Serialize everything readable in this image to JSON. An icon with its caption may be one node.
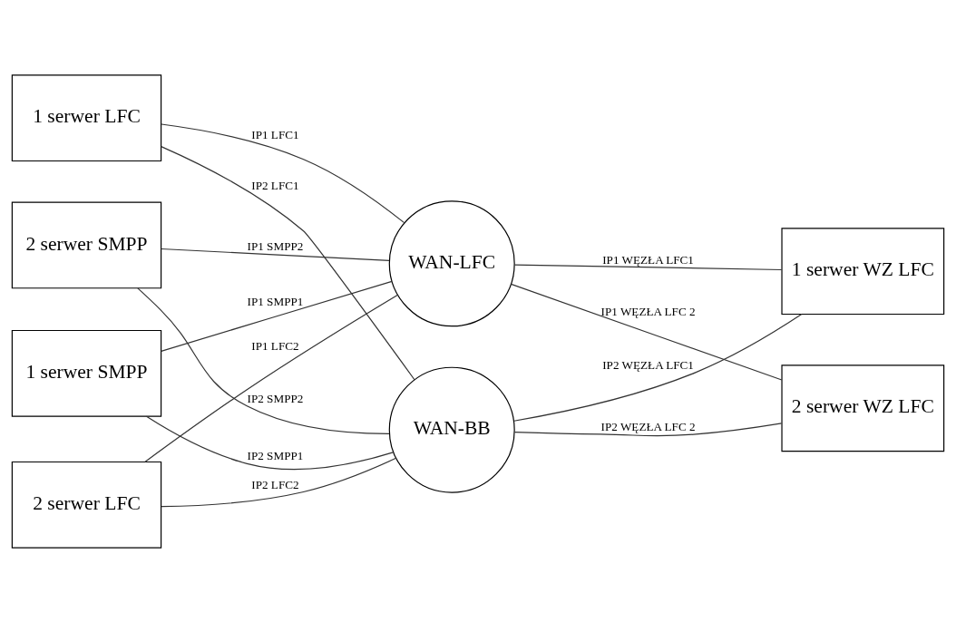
{
  "diagram": {
    "nodes": [
      {
        "text": [
          "1 serwer LFC"
        ]
      },
      {
        "text": [
          "2 serwer LFC"
        ]
      },
      {
        "text": [
          "1 serwer SMPP"
        ]
      },
      {
        "text": [
          "2 serwer SMPP"
        ]
      },
      {
        "text": [
          "WAN-LFC"
        ]
      },
      {
        "text": [
          "WAN-BB"
        ]
      },
      {
        "text": [
          "1 serwer WZ LFC"
        ]
      },
      {
        "text": [
          "2 serwer WZ LFC"
        ]
      }
    ],
    "edges": [
      {
        "from": 0,
        "to": 4,
        "arrow": "none",
        "label": "IP1 LFC1"
      },
      {
        "from": 0,
        "to": 5,
        "arrow": "none",
        "label": "IP2 LFC1"
      },
      {
        "from": 1,
        "to": 4,
        "arrow": "none",
        "label": "IP1 LFC2"
      },
      {
        "from": 1,
        "to": 5,
        "arrow": "none",
        "label": "IP2 LFC2"
      },
      {
        "from": 2,
        "to": 4,
        "arrow": "none",
        "label": "IP1 SMPP1"
      },
      {
        "from": 2,
        "to": 5,
        "arrow": "none",
        "label": "IP2 SMPP1"
      },
      {
        "from": 3,
        "to": 4,
        "arrow": "none",
        "label": "IP1 SMPP2"
      },
      {
        "from": 3,
        "to": 5,
        "arrow": "none",
        "label": "IP2 SMPP2"
      },
      {
        "from": 4,
        "to": 6,
        "arrow": "none",
        "label": "IP1 WĘZŁA LFC1"
      },
      {
        "from": 5,
        "to": 6,
        "arrow": "none",
        "label": "IP2 WĘZŁA LFC1"
      },
      {
        "from": 4,
        "to": 7,
        "arrow": "none",
        "label": "IP1 WĘZŁA LFC 2"
      },
      {
        "from": 5,
        "to": 7,
        "arrow": "none",
        "label": "IP2 WĘZŁA LFC 2"
      }
    ]
  }
}
